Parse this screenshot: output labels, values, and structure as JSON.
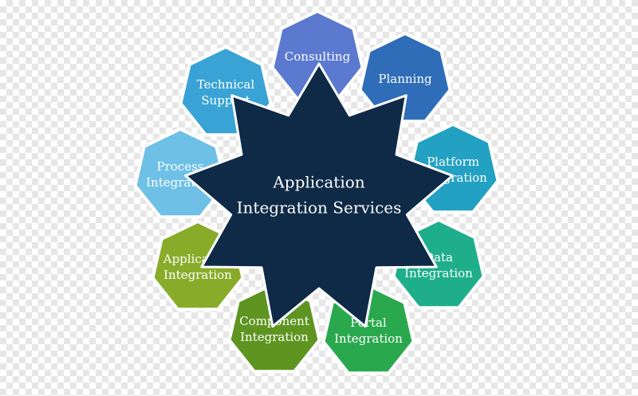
{
  "center": {
    "lines": [
      "Application",
      "Integration Services"
    ],
    "color": "#0e2a47"
  },
  "nodes": [
    {
      "id": "consulting",
      "lines": [
        "Consulting"
      ],
      "color": "#5a79cf"
    },
    {
      "id": "planning",
      "lines": [
        "Planning"
      ],
      "color": "#2f6db8"
    },
    {
      "id": "platform-integration",
      "lines": [
        "Platform",
        "Integration"
      ],
      "color": "#22a1c2"
    },
    {
      "id": "data-integration",
      "lines": [
        "Data",
        "Integration"
      ],
      "color": "#1fae8c"
    },
    {
      "id": "portal-integration",
      "lines": [
        "Portal",
        "Integration"
      ],
      "color": "#2aa84e"
    },
    {
      "id": "component-integration",
      "lines": [
        "Component",
        "Integration"
      ],
      "color": "#5e9420"
    },
    {
      "id": "application-integration",
      "lines": [
        "Application",
        "Integration"
      ],
      "color": "#88ac2a"
    },
    {
      "id": "process-integration",
      "lines": [
        "Process",
        "Integration"
      ],
      "color": "#6ec0e6"
    },
    {
      "id": "technical-support",
      "lines": [
        "Technical",
        "Support"
      ],
      "color": "#3aa3d6"
    }
  ],
  "border_color": "#ffffff"
}
